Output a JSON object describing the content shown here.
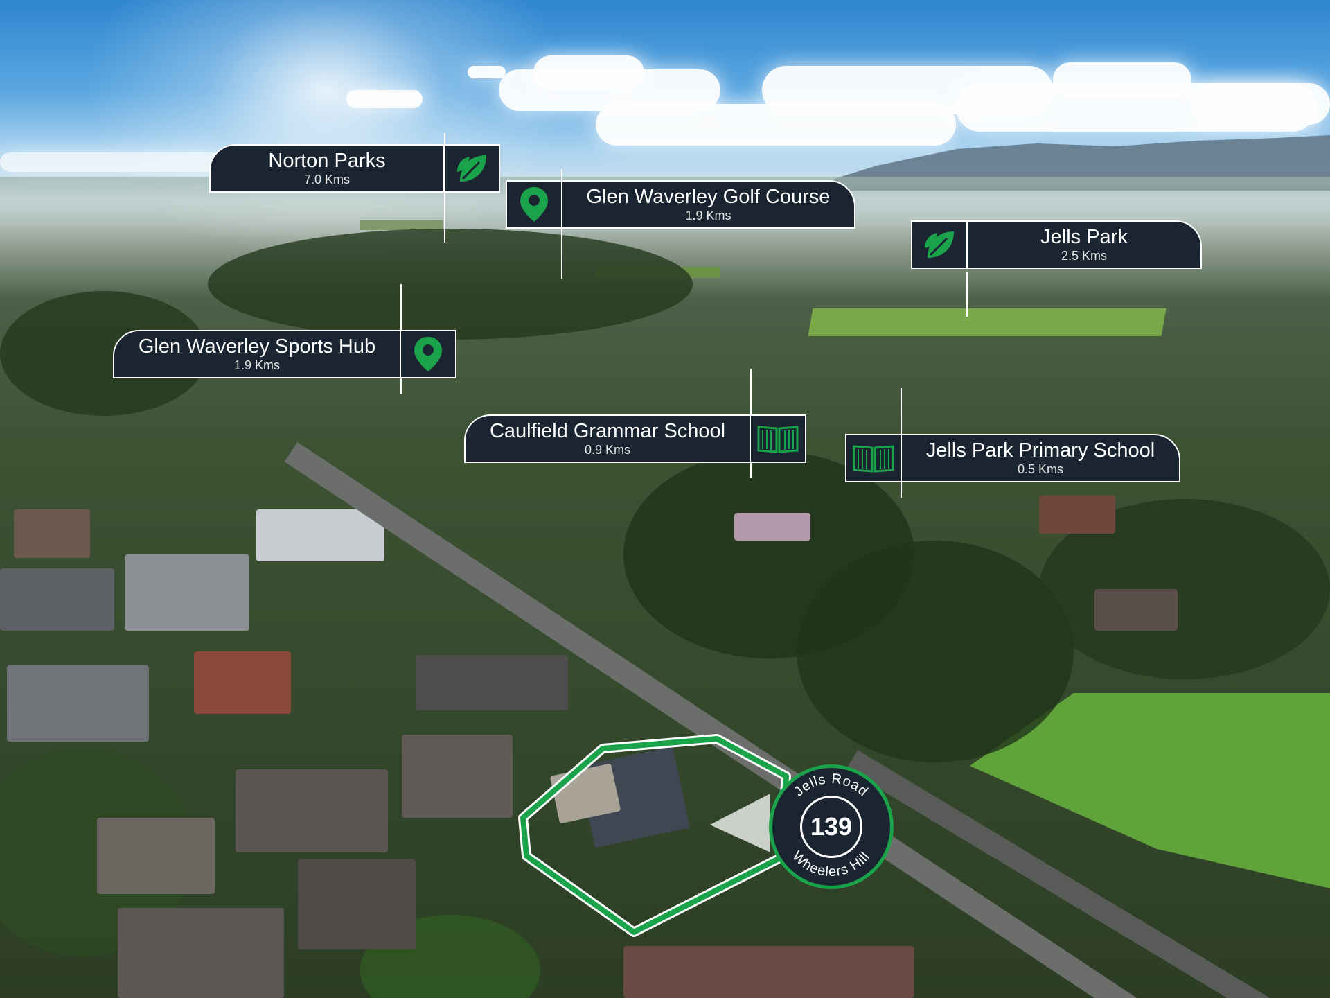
{
  "image": {
    "description_colors": {
      "label_background": "#1b2532",
      "label_border": "#ffffff",
      "icon_green": "#1aa34a",
      "boundary_green": "#1aa34a"
    }
  },
  "callouts": [
    {
      "id": "norton",
      "title": "Norton Parks",
      "distance": "7.0 Kms",
      "icon": "leaf-icon"
    },
    {
      "id": "golf",
      "title": "Glen Waverley Golf Course",
      "distance": "1.9 Kms",
      "icon": "map-pin-icon"
    },
    {
      "id": "jells",
      "title": "Jells Park",
      "distance": "2.5 Kms",
      "icon": "leaf-icon"
    },
    {
      "id": "sports",
      "title": "Glen Waverley Sports Hub",
      "distance": "1.9 Kms",
      "icon": "map-pin-icon"
    },
    {
      "id": "caulfield",
      "title": "Caulfield Grammar School",
      "distance": "0.9 Kms",
      "icon": "book-icon"
    },
    {
      "id": "primary",
      "title": "Jells Park Primary School",
      "distance": "0.5 Kms",
      "icon": "book-icon"
    }
  ],
  "badge": {
    "street": "Jells Road",
    "number": "139",
    "suburb": "Wheelers Hill"
  }
}
